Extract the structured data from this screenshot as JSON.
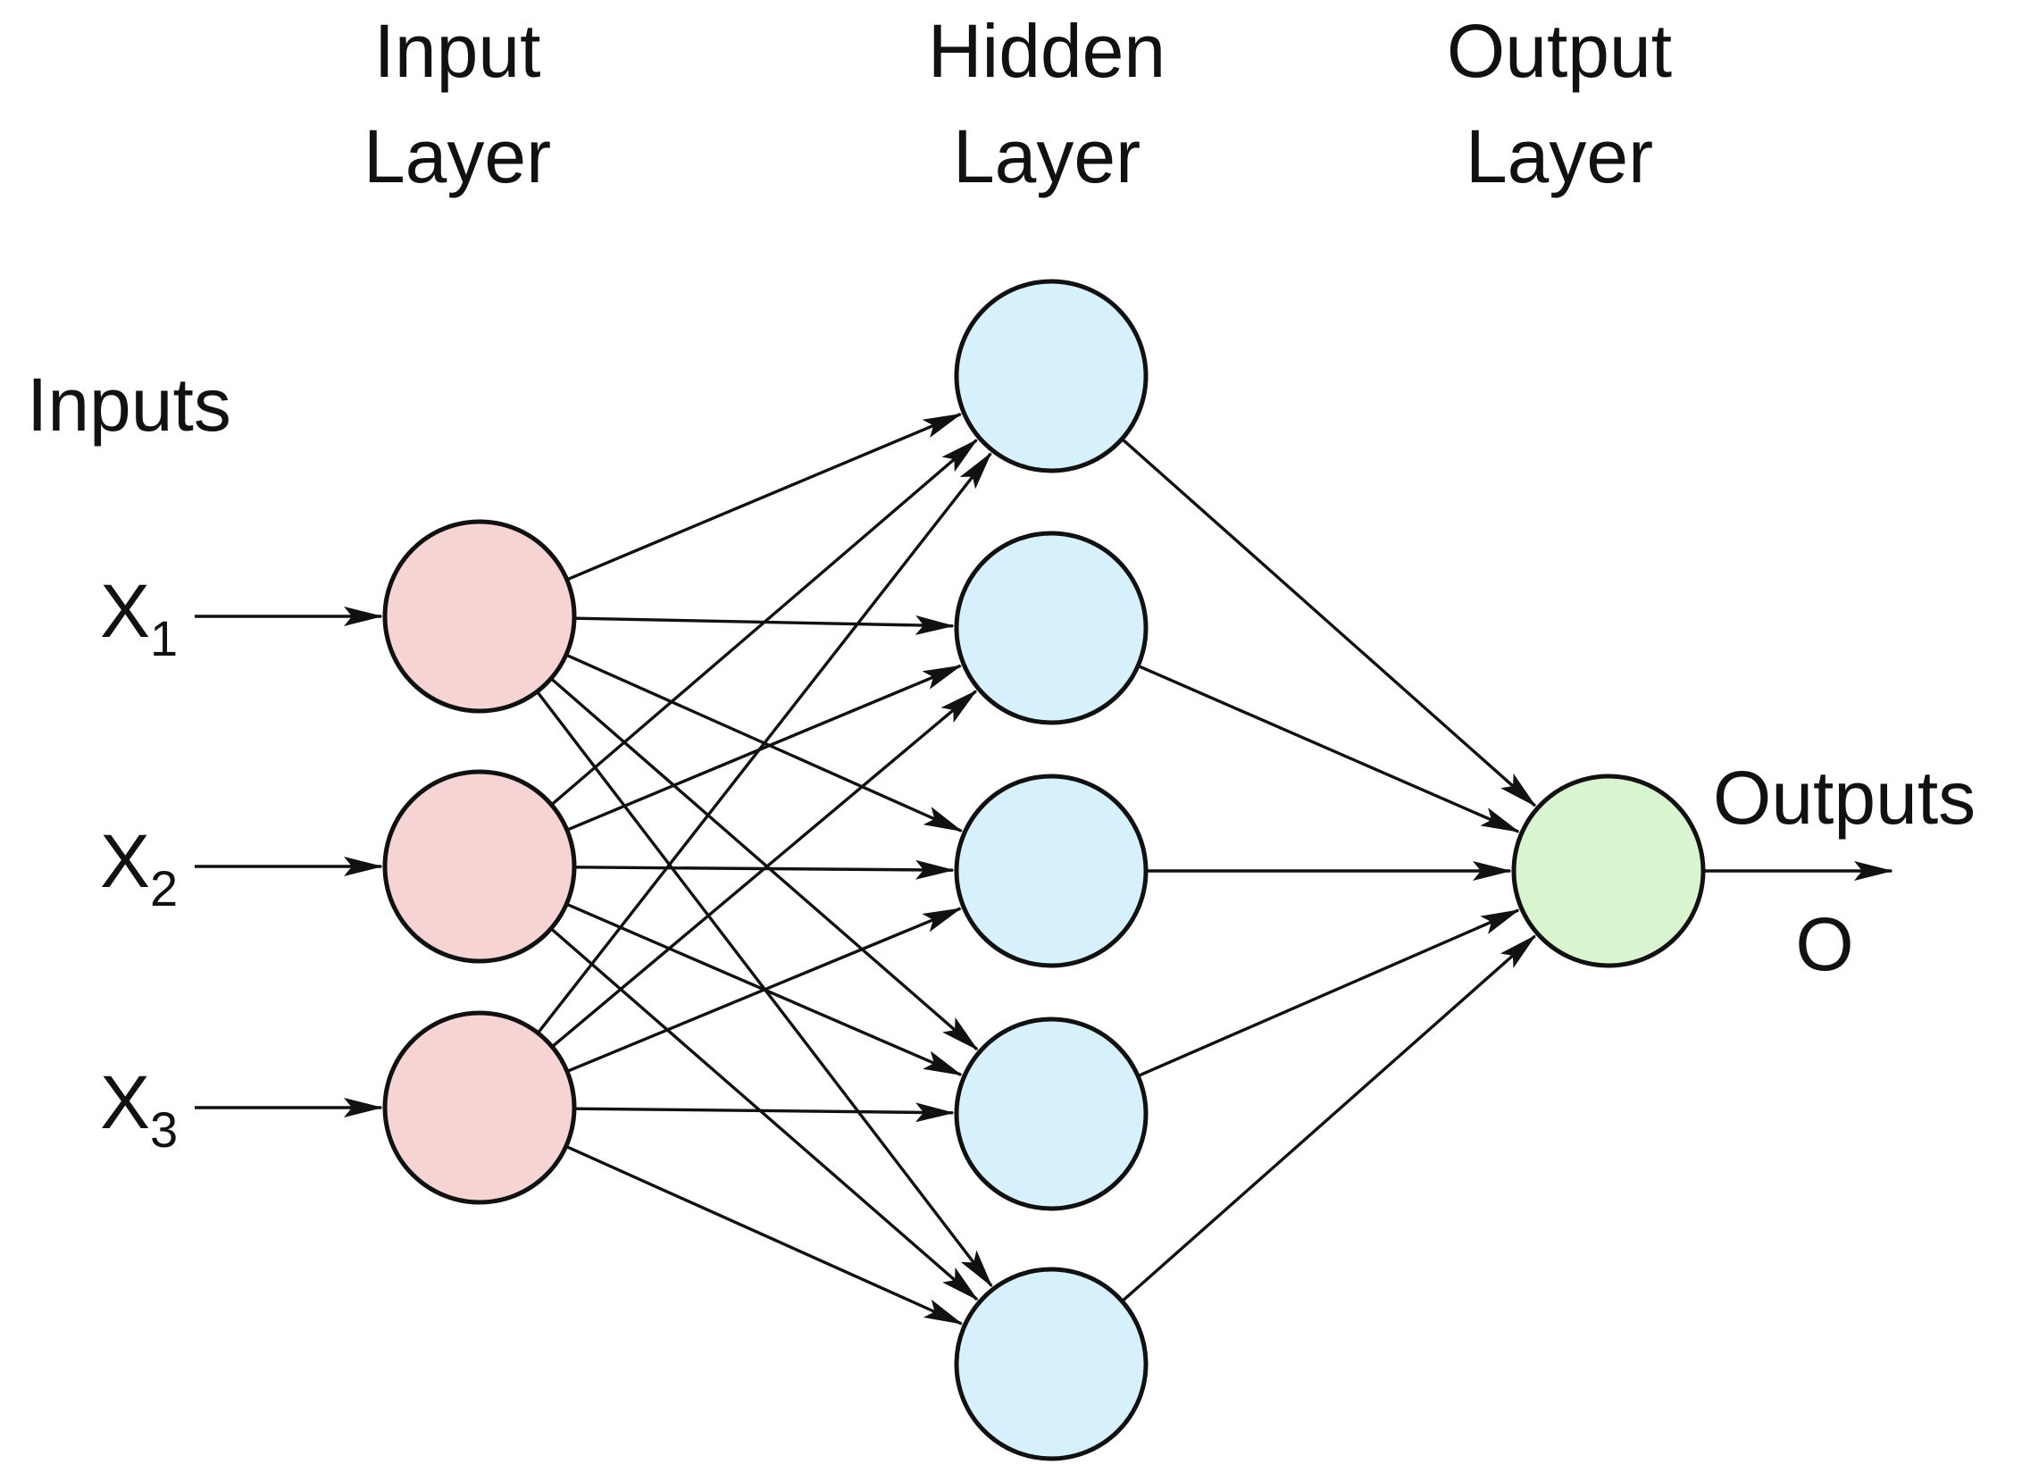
{
  "titles": {
    "input_line1": "Input",
    "input_line2": "Layer",
    "hidden_line1": "Hidden",
    "hidden_line2": "Layer",
    "output_line1": "Output",
    "output_line2": "Layer"
  },
  "inputs_label": "Inputs",
  "outputs_label": "Outputs",
  "output_symbol": "O",
  "input_vars": [
    {
      "name": "X",
      "sub": "1"
    },
    {
      "name": "X",
      "sub": "2"
    },
    {
      "name": "X",
      "sub": "3"
    }
  ],
  "layers": {
    "input_count": 3,
    "hidden_count": 5,
    "output_count": 1
  },
  "colors": {
    "input_node": "#f7d4d4",
    "hidden_node": "#d6f1fb",
    "output_node": "#d8f5cf",
    "stroke": "#111111"
  }
}
